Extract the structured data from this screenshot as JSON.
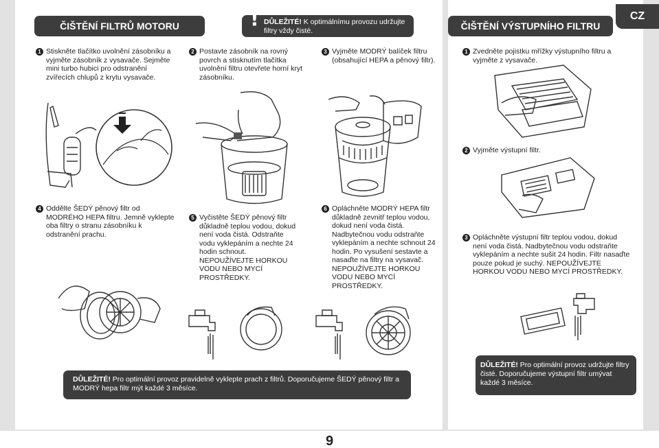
{
  "headers": {
    "motor_filter": "ČIŠTĚNÍ FILTRŮ MOTORU",
    "output_filter": "ČIŠTĚNÍ VÝSTUPNÍHO FILTRU",
    "language": "CZ"
  },
  "notices": {
    "top": {
      "label": "DŮLEŽITÉ!",
      "text": " K optimálnímu provozu udržujte filtry vždy čisté."
    },
    "bottom": {
      "label": "DŮLEŽITÉ!",
      "text": " Pro optimální provoz pravidelně vyklepte prach z filtrů. Doporučujeme ŠEDÝ pěnový filtr a MODRÝ hepa filtr mýt každé 3 měsíce."
    },
    "right": {
      "label": "DŮLEŽITÉ!",
      "text": " Pro optimální provoz udržujte filtry čisté. Doporučujeme výstupní filtr umývat každé 3 měsíce."
    }
  },
  "motor_steps": [
    {
      "num": "1",
      "text": "Stiskněte tlačítko uvolnění zásobníku a vyjměte zásobník z vysavače. Sejměte mini turbo hubici pro odstranění zvířecích chlupů z krytu vysavače."
    },
    {
      "num": "2",
      "text": "Postavte zásobník na rovný povrch a stisknutím tlačítka uvolnění filtru otevřete horní kryt zásobníku."
    },
    {
      "num": "3",
      "text": "Vyjměte MODRÝ balíček filtru (obsahující HEPA a pěnový filtr)."
    },
    {
      "num": "4",
      "text": "Oddělte ŠEDÝ pěnový filtr od MODRÉHO HEPA filtru. Jemně vyklepte oba filtry o stranu zásobníku k odstranění prachu."
    },
    {
      "num": "5",
      "text": "Vyčistěte ŠEDÝ pěnový filtr důkladně teplou vodou, dokud není voda čistá. Odstraňte vodu vyklepáním a nechte 24 hodin schnout. NEPOUŽÍVEJTE HORKOU VODU NEBO MYCÍ PROSTŘEDKY."
    },
    {
      "num": "6",
      "text": "Opláchněte MODRÝ HEPA filtr důkladně zevnitř teplou vodou, dokud není voda čistá. Nadbytečnou vodu odstraňte vyklepáním a nechte schnout 24 hodin. Po vysušení sestavte a nasaďte na filtry na vysavač. NEPOUŽÍVEJTE HORKOU VODU NEBO MYCÍ PROSTŘEDKY."
    }
  ],
  "output_steps": [
    {
      "num": "1",
      "text": "Zvedněte pojistku mřížky výstupního filtru a vyjměte z vysavače."
    },
    {
      "num": "2",
      "text": "Vyjměte výstupní filtr."
    },
    {
      "num": "3",
      "text": "Opláchněte výstupní filtr teplou vodou, dokud není voda čistá. Nadbytečnou vodu odstraňte vyklepáním a nechte sušit 24 hodin. Filtr nasaďte pouze pokud je suchý. NEPOUŽÍVEJTE HORKOU VODU NEBO MYCÍ PROSTŘEDKY."
    }
  ],
  "page_number": "9"
}
